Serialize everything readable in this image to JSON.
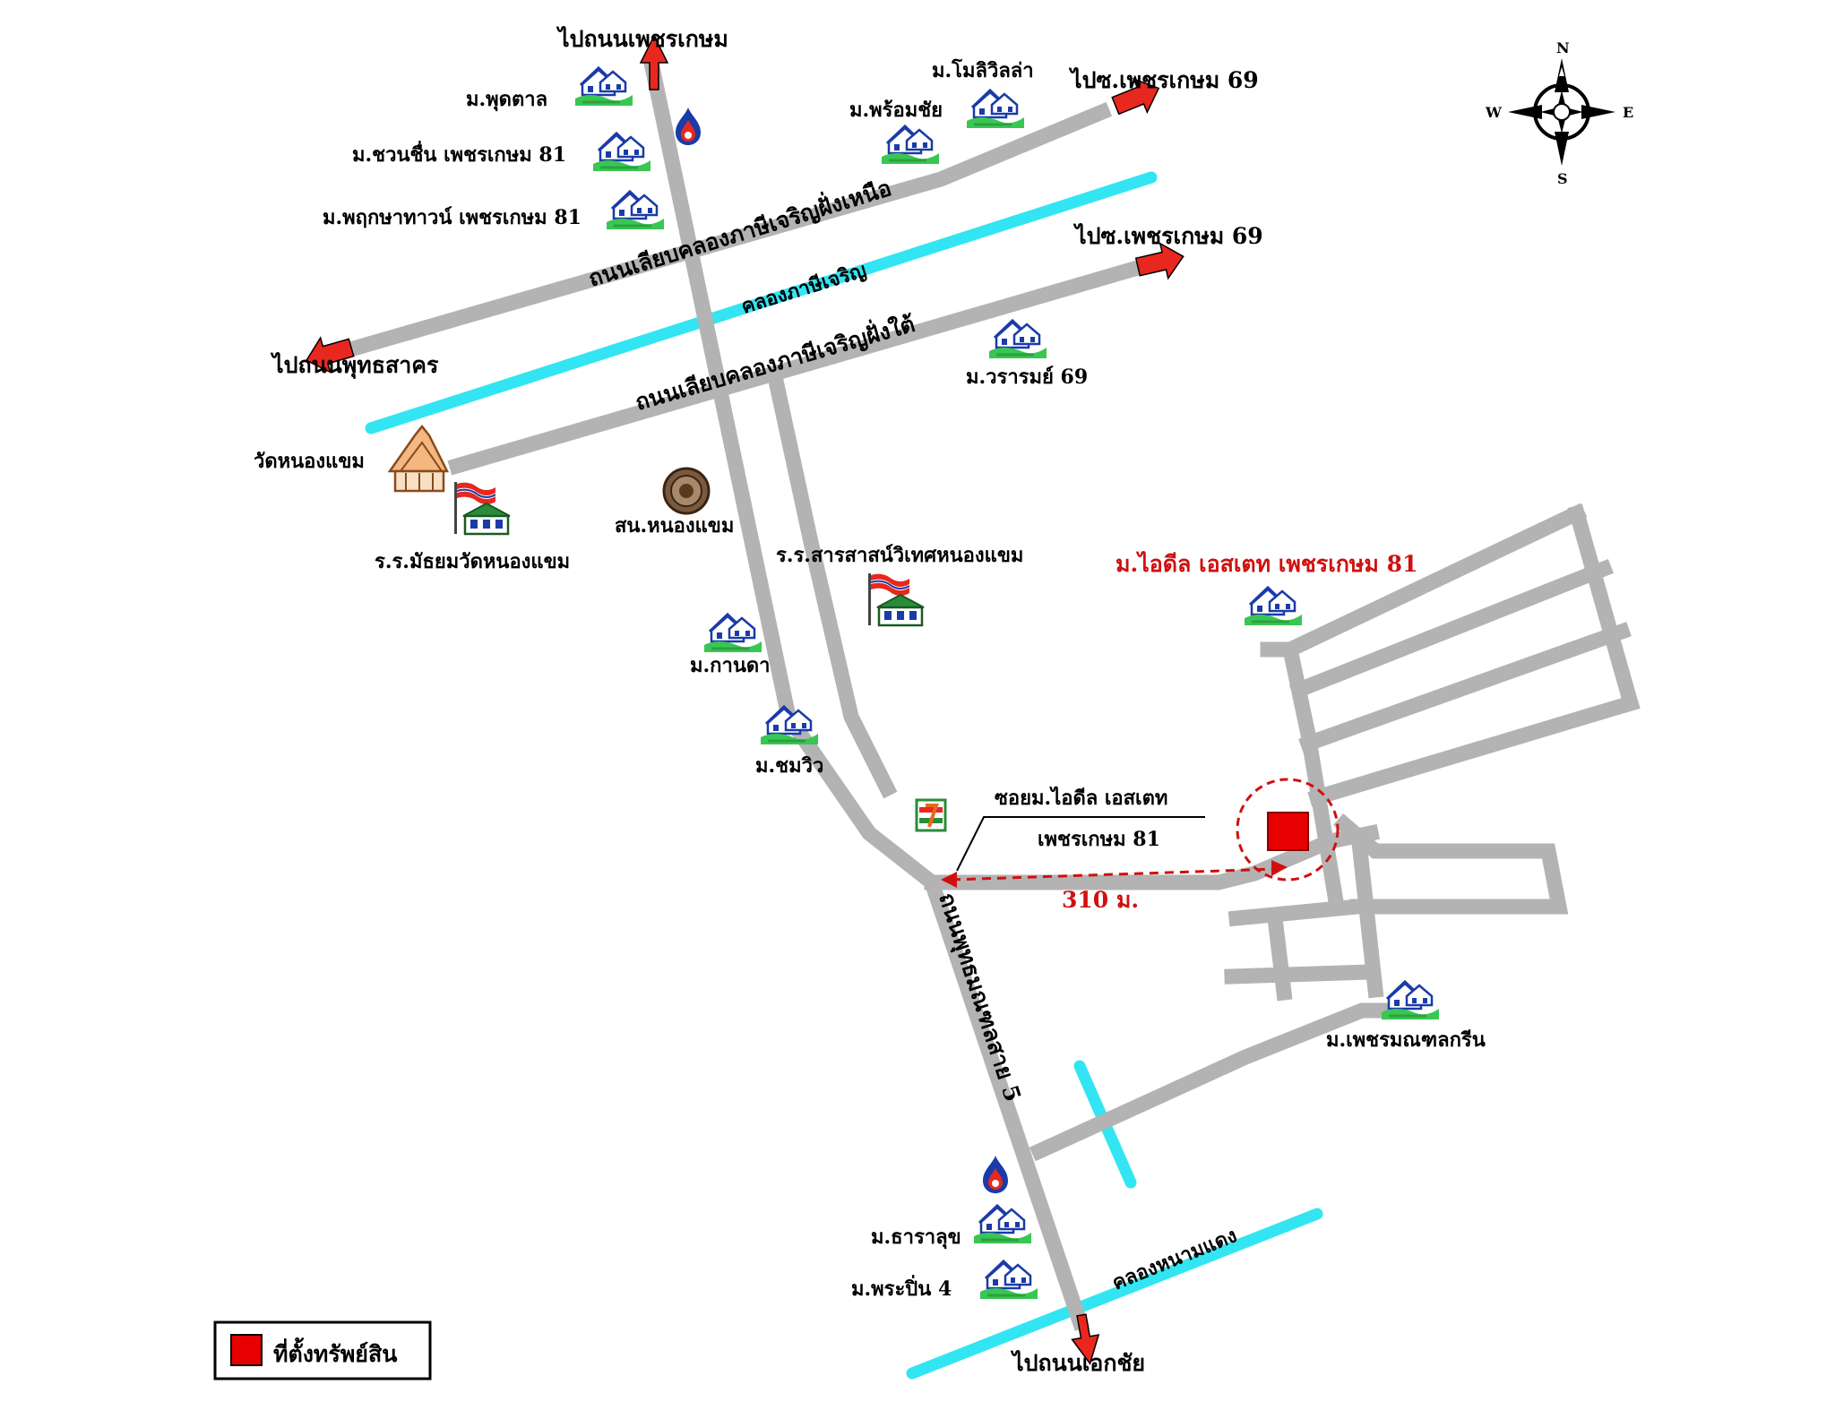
{
  "labels": {
    "to_phetkasem_road": "ไปถนนเพชรเกษม",
    "to_phutthasakhon_road": "ไปถนนพุทธสาคร",
    "to_ekkachai_road": "ไปถนนเอกชัย",
    "to_soi_phetkasem_69_top": "ไปซ.เพชรเกษม 69",
    "to_soi_phetkasem_69_mid": "ไปซ.เพชรเกษม 69",
    "road_canal_north": "ถนนเลียบคลองภาษีเจริญฝั่งเหนือ",
    "road_canal_south": "ถนนเลียบคลองภาษีเจริญฝั่งใต้",
    "canal_phasi_charoen": "คลองภาษีเจริญ",
    "canal_nam_daeng": "คลองหนามแดง",
    "road_main": "ถนนพุทธมณฑลสาย 5"
  },
  "places": {
    "mb_phutthan": "ม.พุดตาล",
    "mb_chuan_chuen": "ม.ชวนชื่น เพชรเกษม 81",
    "mb_phruksa_town": "ม.พฤกษาทาวน์ เพชรเกษม 81",
    "mb_monte_villa": "ม.โมลิวิลล่า",
    "mb_phromchai": "ม.พร้อมชัย",
    "mb_waraporn": "ม.วรารมย์ 69",
    "wat_nong_khaem": "วัดหนองแขม",
    "school_matthayom": "ร.ร.มัธยมวัดหนองแขม",
    "district_office": "สน.หนองแขม",
    "school_sarasas": "ร.ร.สารสาสน์วิเทศหนองแขม",
    "mb_kanda": "ม.กานดา",
    "mb_chomwiw": "ม.ชมวิว",
    "mb_ideal_estate": "ม.ไอดีล เอสเตท เพชรเกษม 81",
    "soi_label_1": "ซอยม.ไอดีล เอสเตท",
    "soi_label_2": "เพชรเกษม 81",
    "distance": "310 ม.",
    "mb_phet_monthon": "ม.เพชรมณฑลกรีน",
    "mb_chatluang": "ม.ธาราลุข",
    "mb_phrapin": "ม.พระปิ่น 4"
  },
  "compass": {
    "n": "N",
    "s": "S",
    "e": "E",
    "w": "W"
  },
  "legend": {
    "label": "ที่ตั้งทรัพย์สิน"
  },
  "colors": {
    "road": "#b3b3b3",
    "canal": "#33e5f2",
    "arrow": "#e8281e",
    "property": "#e60000",
    "highlight": "#d01010"
  },
  "icons": {
    "village": "house-icon",
    "gas_station": "gas-station-icon",
    "temple": "temple-icon",
    "school": "school-icon",
    "police": "police-station-icon",
    "convenience_store": "seven-eleven-icon"
  }
}
